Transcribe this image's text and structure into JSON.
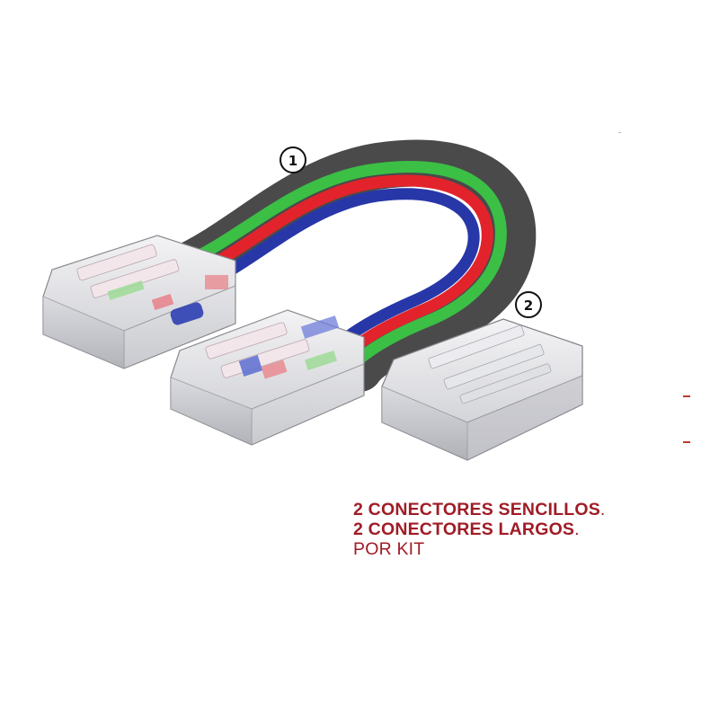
{
  "labels": {
    "item_one": "1",
    "item_two": "2"
  },
  "caption": {
    "line1": "2 CONECTORES SENCILLOS",
    "line1_dot": ".",
    "line2": "2 CONECTORES LARGOS",
    "line2_dot": ".",
    "line3": "POR KIT"
  },
  "colors": {
    "caption_red": "#a01c26",
    "cable_outer": "#4a4a4a",
    "wire_green": "#3bbf45",
    "wire_red": "#e3232c",
    "wire_blue": "#2737a8"
  },
  "icons": {
    "badge": "circled-number-icon",
    "connector": "clear-connector-icon"
  }
}
